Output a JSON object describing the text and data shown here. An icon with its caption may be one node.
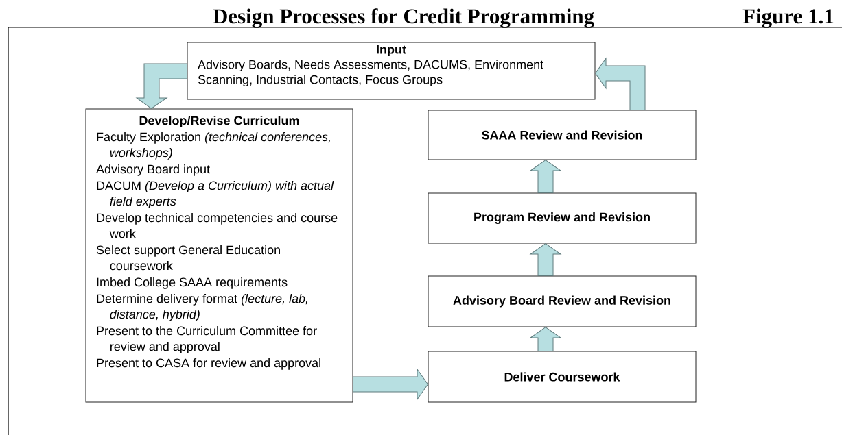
{
  "diagram": {
    "title": "Design Processes for Credit Programming",
    "nodes": [
      {
        "text": [
          "Input",
          "Advisory Boards, Needs Assessments, DACUMS, Environment Scanning, Industrial Contacts, Focus Groups"
        ]
      },
      {
        "text": [
          "Develop/Revise Curriculum",
          "Faculty Exploration *(technical conferences, workshops)*",
          "Advisory Board input",
          "DACUM *(Develop a Curriculum) with actual field experts*",
          "Develop technical competencies and course work",
          "Select support General Education coursework",
          "Imbed College SAAA requirements",
          "Determine delivery format *(lecture, lab, distance, hybrid)*",
          "Present to the Curriculum Committee for review and approval",
          "Present to CASA for review and approval"
        ]
      },
      {
        "text": [
          "SAAA Review and Revision"
        ]
      },
      {
        "text": [
          "Program Review and Revision"
        ]
      },
      {
        "text": [
          "Advisory Board Review and Revision"
        ]
      },
      {
        "text": [
          "Deliver Coursework"
        ]
      }
    ],
    "edges": [
      {
        "from": 0,
        "to": 1,
        "arrow": "to"
      },
      {
        "from": 1,
        "to": 5,
        "arrow": "to"
      },
      {
        "from": 5,
        "to": 4,
        "arrow": "to"
      },
      {
        "from": 4,
        "to": 3,
        "arrow": "to"
      },
      {
        "from": 3,
        "to": 2,
        "arrow": "to"
      },
      {
        "from": 2,
        "to": 0,
        "arrow": "to"
      }
    ],
    "labels": [
      "Figure 1.1"
    ]
  }
}
